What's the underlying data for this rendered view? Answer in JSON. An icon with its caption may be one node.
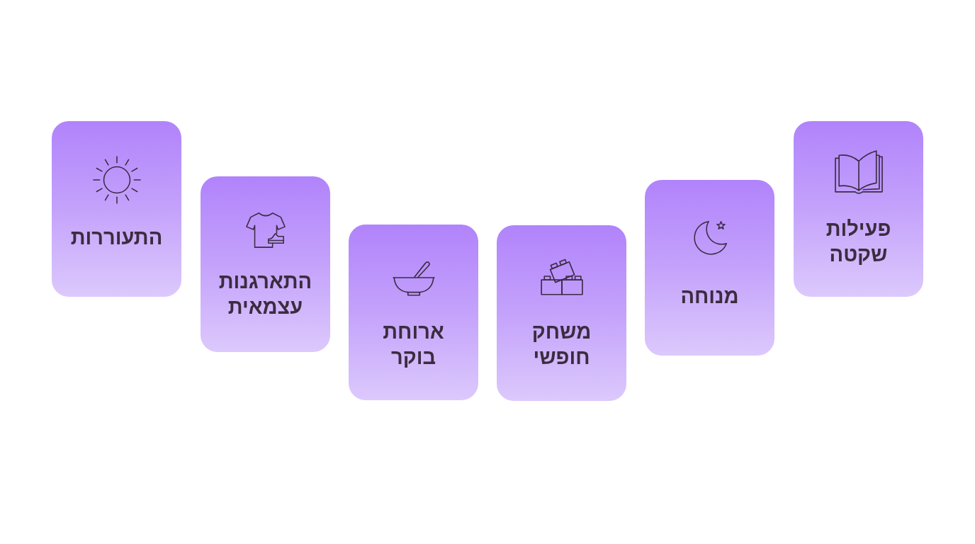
{
  "diagram": {
    "nodes": [
      {
        "text": [
          "התעוררות"
        ]
      },
      {
        "text": [
          "התארגנות עצמאית"
        ]
      },
      {
        "text": [
          "ארוחת בוקר"
        ]
      },
      {
        "text": [
          "משחק חופשי"
        ]
      },
      {
        "text": [
          "מנוחה"
        ]
      },
      {
        "text": [
          "פעילות שקטה"
        ]
      }
    ]
  }
}
